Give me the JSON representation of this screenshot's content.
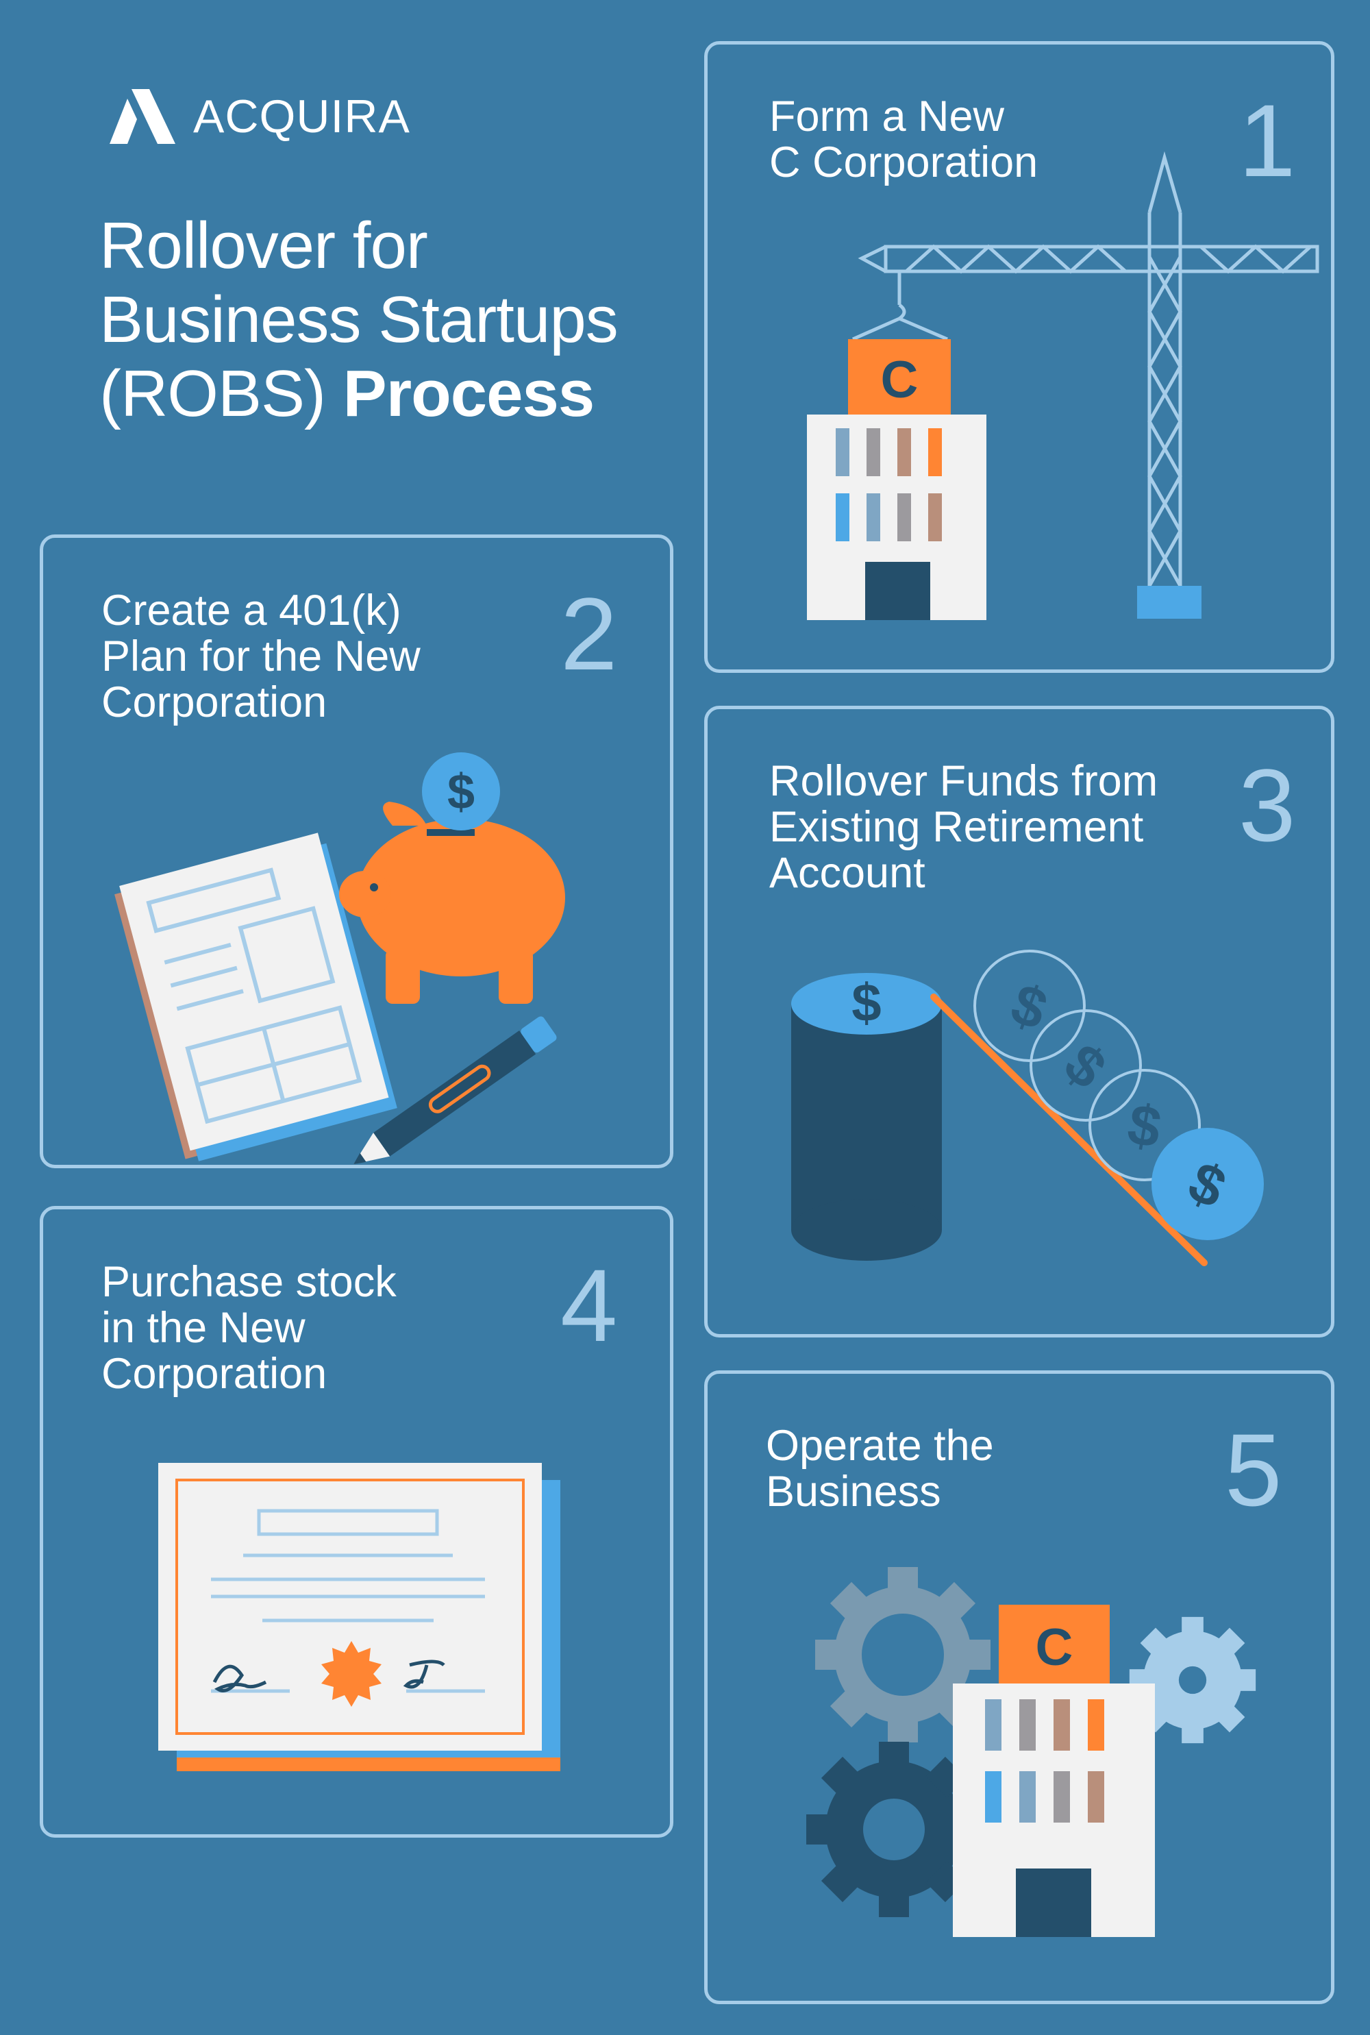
{
  "brand": {
    "name": "ACQUIRA"
  },
  "headline": {
    "line1": "Rollover for",
    "line2": "Business Startups",
    "line3_regular": "(ROBS) ",
    "line3_bold": "Process"
  },
  "steps": [
    {
      "number": "1",
      "title": "Form a New\nC Corporation",
      "illustration": "crane-building-icon"
    },
    {
      "number": "2",
      "title": "Create a 401(k)\nPlan for the New\nCorporation",
      "illustration": "piggy-bank-icon"
    },
    {
      "number": "3",
      "title": "Rollover Funds from\nExisting Retirement\nAccount",
      "illustration": "coin-transfer-icon"
    },
    {
      "number": "4",
      "title": "Purchase stock\nin the New\nCorporation",
      "illustration": "stock-certificate-icon"
    },
    {
      "number": "5",
      "title": "Operate the\nBusiness",
      "illustration": "gears-building-icon"
    }
  ],
  "labels": {
    "corp_letter": "C",
    "dollar": "$"
  },
  "colors": {
    "background": "#3a7ba5",
    "outline": "#a6cde9",
    "orange": "#ff8533",
    "navy": "#244f6b",
    "light_blue": "#4da8e6",
    "paper": "#f2f2f2"
  }
}
